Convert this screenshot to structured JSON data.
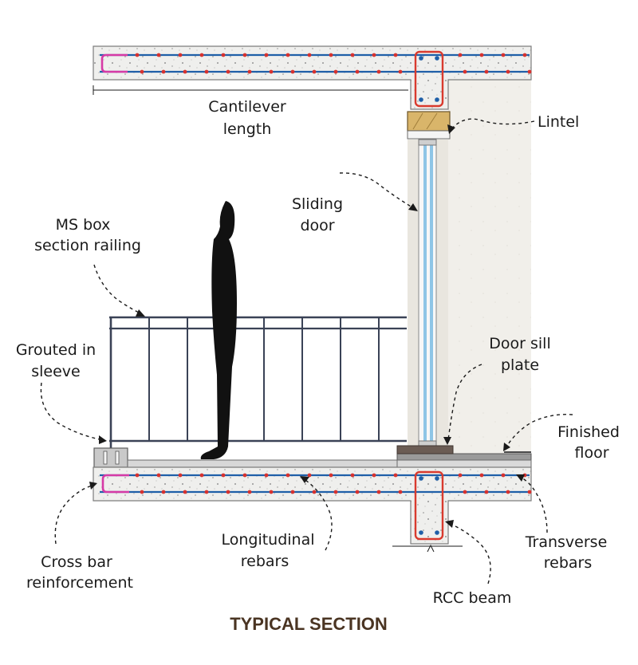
{
  "labels": {
    "cantilever_line1": "Cantilever",
    "cantilever_line2": "length",
    "lintel": "Lintel",
    "sliding_line1": "Sliding",
    "sliding_line2": "door",
    "railing_line1": "MS box",
    "railing_line2": "section railing",
    "grouted_line1": "Grouted in",
    "grouted_line2": "sleeve",
    "sill_line1": "Door sill",
    "sill_line2": "plate",
    "finished_line1": "Finished",
    "finished_line2": "floor",
    "long_line1": "Longitudinal",
    "long_line2": "rebars",
    "transverse_line1": "Transverse",
    "transverse_line2": "rebars",
    "crossbar_line1": "Cross bar",
    "crossbar_line2": "reinforcement",
    "rcc_beam": "RCC beam"
  },
  "title": "TYPICAL SECTION",
  "colors": {
    "concrete": "#efefed",
    "concrete_edge": "#7d7d7d",
    "wall": "#f1efea",
    "rebar_blue": "#1f5fa8",
    "rebar_dot": "#d7322f",
    "stirrup": "#d93a2e",
    "hook": "#d63aa6",
    "railing": "#3a4256",
    "lintel": "#d9b56a",
    "glass": "#8ec5e6",
    "figure": "#111111",
    "title": "#4a3422"
  },
  "icons": {
    "human_figure": "person-silhouette-icon"
  }
}
